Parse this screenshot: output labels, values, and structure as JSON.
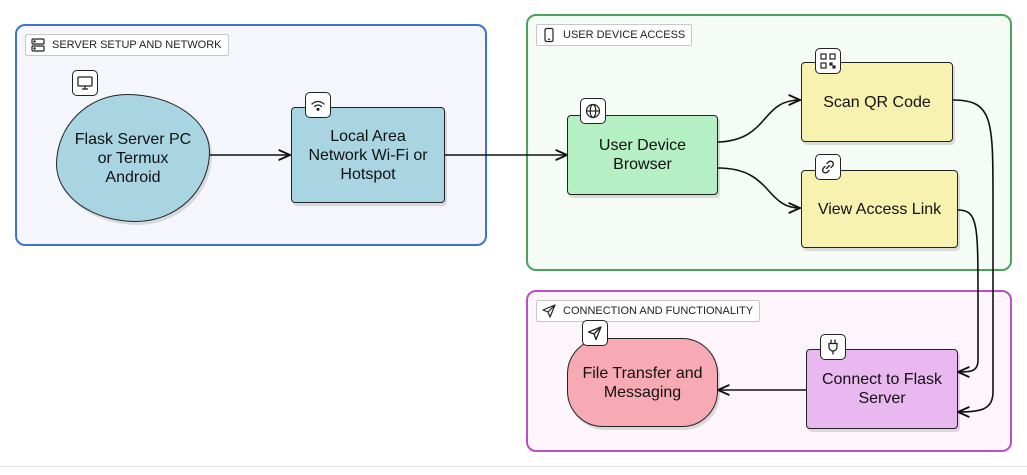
{
  "groups": {
    "server": {
      "label": "SERVER SETUP AND NETWORK",
      "icon": "server-icon",
      "border": "#3b74d1",
      "fill": "#f4f6fc"
    },
    "user": {
      "label": "USER DEVICE ACCESS",
      "icon": "mobile-device-icon",
      "border": "#49a35a",
      "fill": "#f5fbf5"
    },
    "connection": {
      "label": "CONNECTION AND FUNCTIONALITY",
      "icon": "send-icon",
      "border": "#b84fc2",
      "fill": "#fcf5fc"
    }
  },
  "nodes": {
    "flask_pc": {
      "label": "Flask Server PC\nor Termux\nAndroid",
      "icon": "monitor-icon",
      "fill": "#a9d5e3"
    },
    "lan": {
      "label": "Local Area\nNetwork Wi-Fi or\nHotspot",
      "icon": "wifi-icon",
      "fill": "#a9d5e3"
    },
    "browser": {
      "label": "User Device\nBrowser",
      "icon": "globe-icon",
      "fill": "#b5f0c4"
    },
    "qr": {
      "label": "Scan QR Code",
      "icon": "qr-code-icon",
      "fill": "#f7f2b0"
    },
    "link": {
      "label": "View Access Link",
      "icon": "link-icon",
      "fill": "#f7f2b0"
    },
    "connect": {
      "label": "Connect to Flask\nServer",
      "icon": "plug-icon",
      "fill": "#eab8f0"
    },
    "transfer": {
      "label": "File Transfer and\nMessaging",
      "icon": "send-icon",
      "fill": "#f7aab4"
    }
  }
}
